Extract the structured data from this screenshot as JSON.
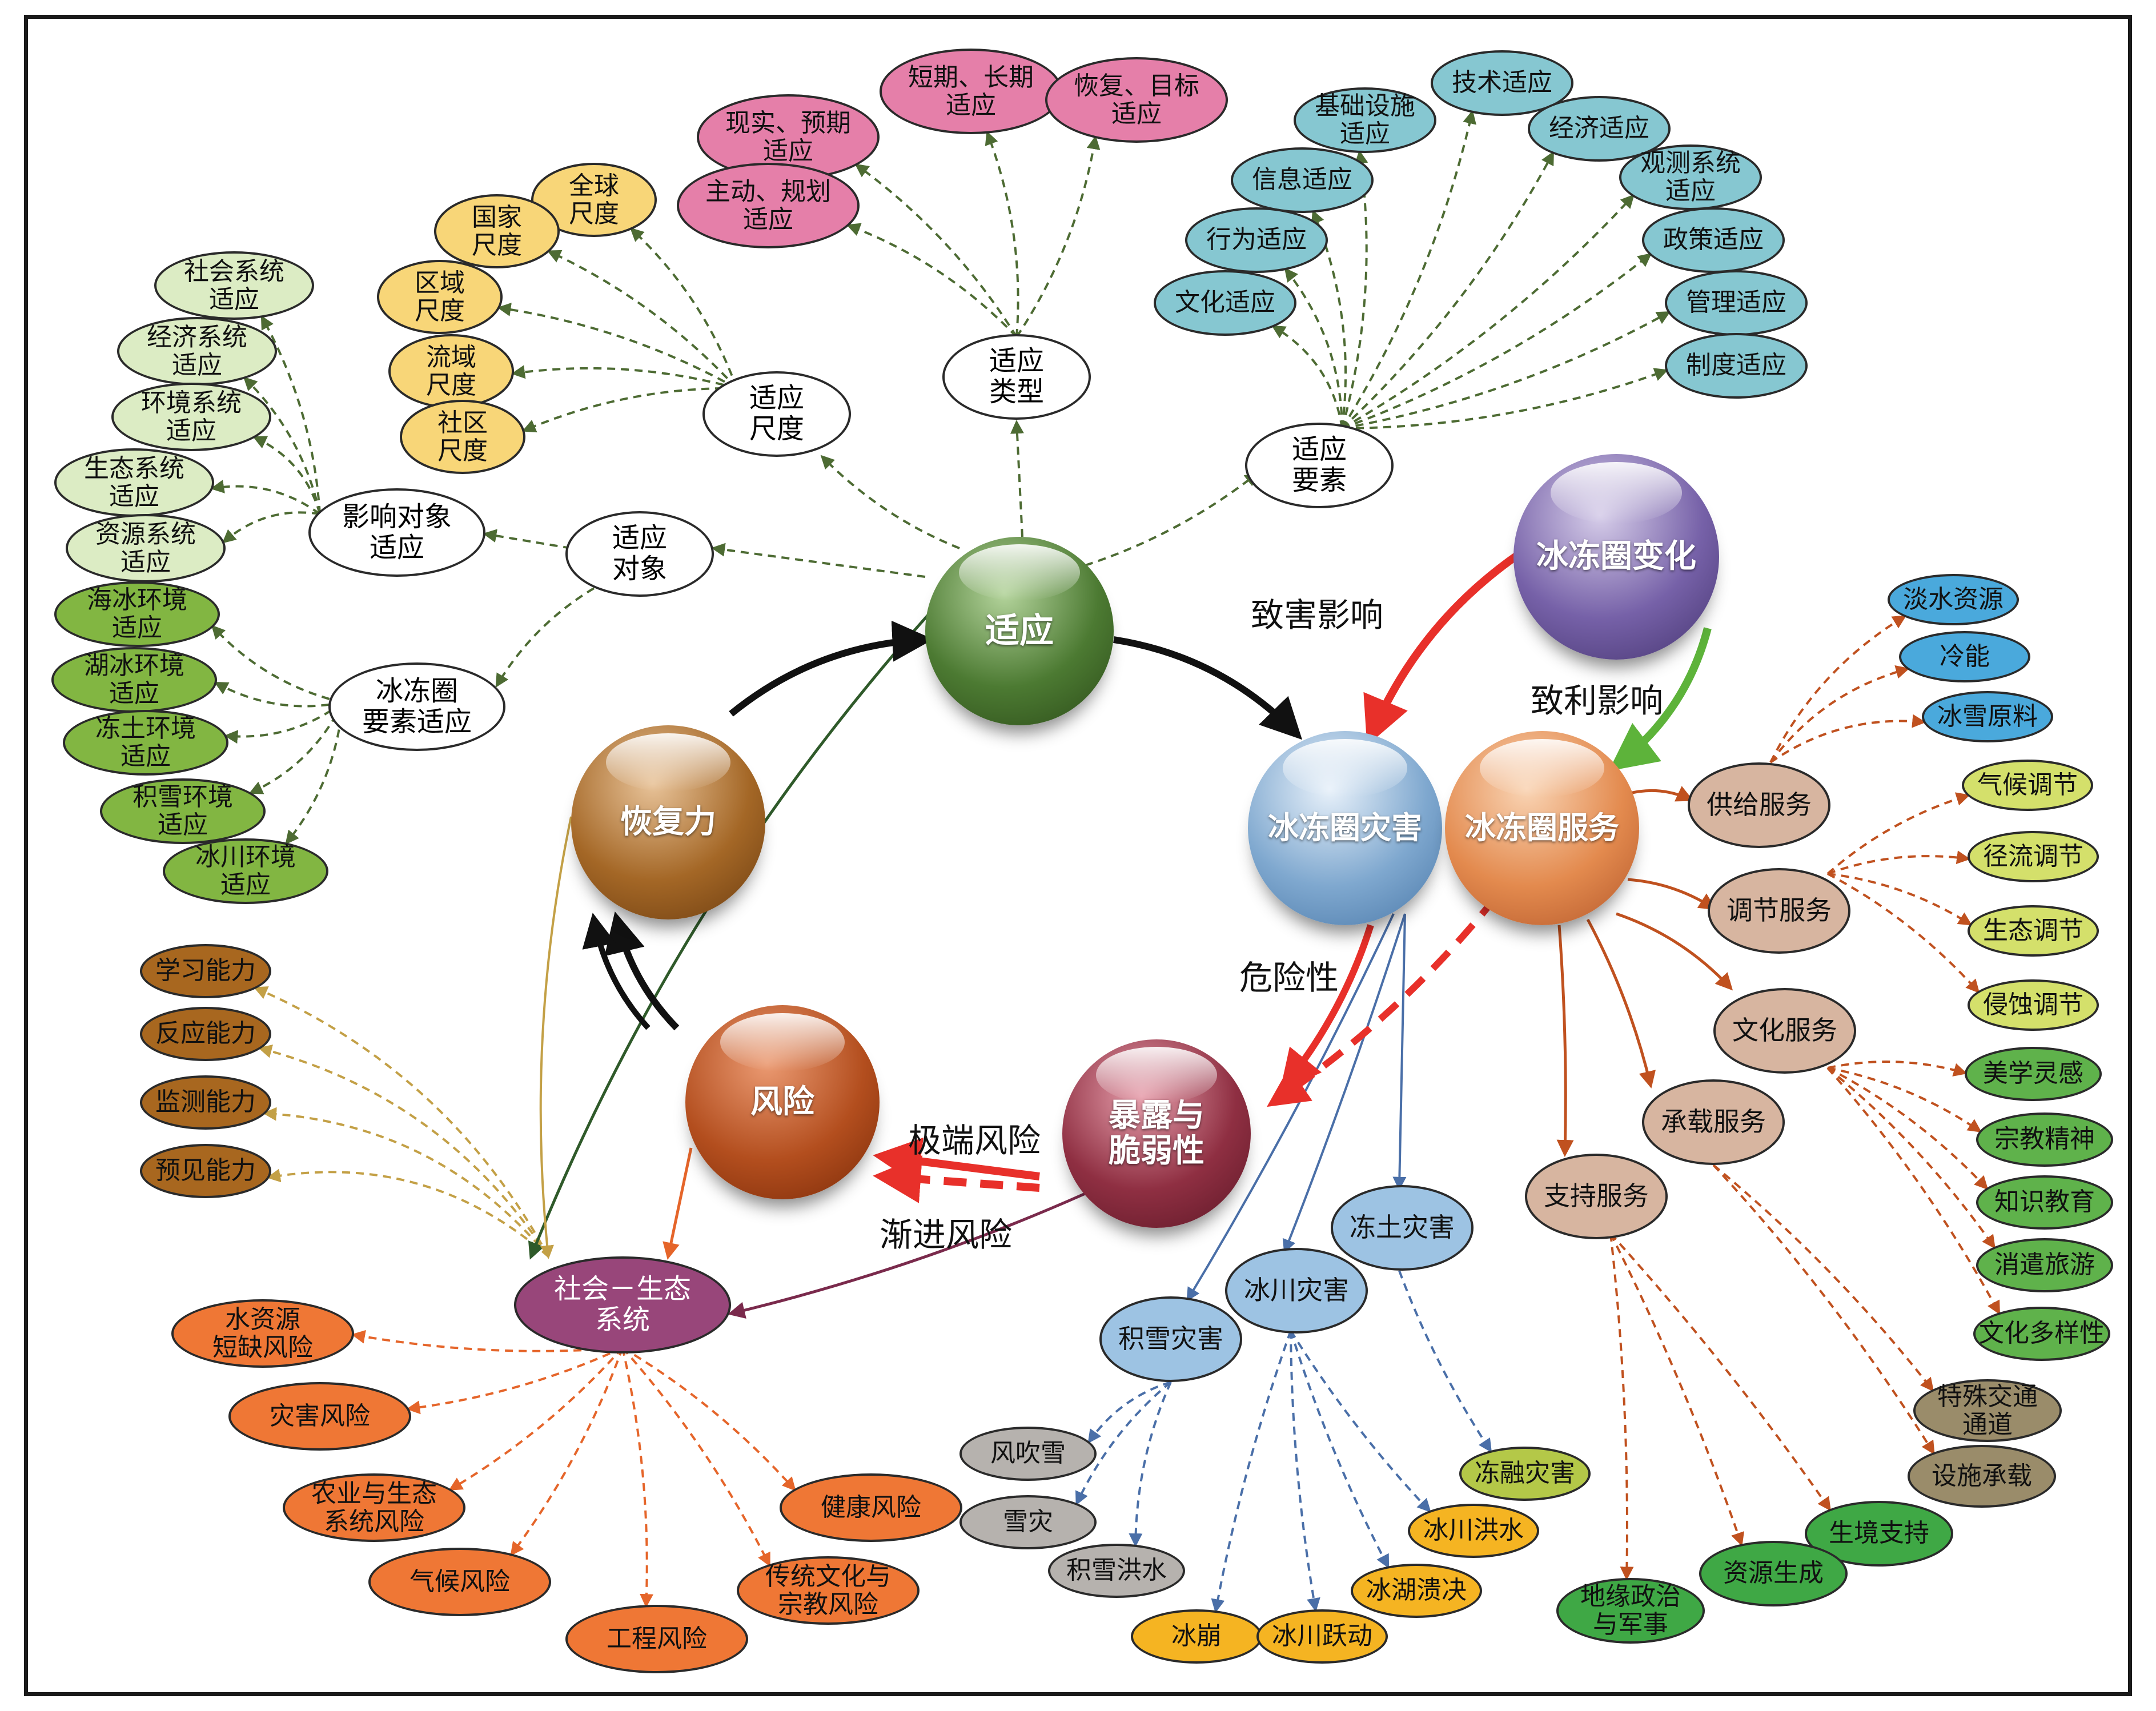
{
  "colors": {
    "pink": "#e57fa9",
    "yellow": "#f8d678",
    "cyan": "#86c7d1",
    "palegreen": "#dcecc4",
    "green": "#82b642",
    "brown": "#a8671f",
    "orange": "#ef7735",
    "purple": "#98467a",
    "blue": "#9dc3e3",
    "gray": "#b6b2ae",
    "gold": "#f5b422",
    "olive": "#b4c848",
    "tan": "#d7b5a0",
    "lime": "#d4e06b",
    "darkolive": "#9a8c6a",
    "leafgreen": "#5fb24b"
  },
  "spheres": {
    "adapt": "适应",
    "recovery": "恢复力",
    "risk": "风险",
    "exposure": "暴露与\n脆弱性",
    "hazard": "冰冻圈灾害",
    "service": "冰冻圈服务",
    "change": "冰冻圈变化"
  },
  "labels": {
    "harmful": "致害影响",
    "beneficial": "致利影响",
    "danger": "危险性",
    "extreme_risk": "极端风险",
    "gradual_risk": "渐进风险"
  },
  "hubs": {
    "adapt_scale": "适应\n尺度",
    "adapt_type": "适应\n类型",
    "adapt_elements": "适应\n要素",
    "adapt_object": "适应\n对象",
    "impact_object": "影响对象\n适应",
    "cryo_elements": "冰冻圈\n要素适应",
    "social_eco": "社会－生态\n系统",
    "supply": "供给服务",
    "regulate": "调节服务",
    "culture": "文化服务",
    "carrying": "承载服务",
    "support": "支持服务",
    "snow_hazard": "积雪灾害",
    "glacier_hazard": "冰川灾害",
    "permafrost_hazard": "冻土灾害"
  },
  "adapt_types": [
    "短期、长期\n适应",
    "现实、预期\n适应",
    "恢复、目标\n适应",
    "主动、规划\n适应"
  ],
  "scales": [
    "全球\n尺度",
    "国家\n尺度",
    "区域\n尺度",
    "流域\n尺度",
    "社区\n尺度"
  ],
  "elements": [
    "技术适应",
    "基础设施\n适应",
    "经济适应",
    "信息适应",
    "观测系统\n适应",
    "行为适应",
    "政策适应",
    "文化适应",
    "管理适应",
    "制度适应"
  ],
  "impact_systems": [
    "社会系统\n适应",
    "经济系统\n适应",
    "环境系统\n适应",
    "生态系统\n适应",
    "资源系统\n适应"
  ],
  "cryo_envs": [
    "海冰环境\n适应",
    "湖冰环境\n适应",
    "冻土环境\n适应",
    "积雪环境\n适应",
    "冰川环境\n适应"
  ],
  "capacities": [
    "学习能力",
    "反应能力",
    "监测能力",
    "预见能力"
  ],
  "risks": [
    "水资源\n短缺风险",
    "灾害风险",
    "农业与生态\n系统风险",
    "气候风险",
    "工程风险",
    "传统文化与\n宗教风险",
    "健康风险"
  ],
  "snow_hazards": [
    "风吹雪",
    "雪灾",
    "积雪洪水"
  ],
  "glacier_hazards": [
    "冰崩",
    "冰川跃动",
    "冰湖溃决",
    "冰川洪水"
  ],
  "permafrost_hazards": [
    "冻融灾害"
  ],
  "supply_items": [
    "淡水资源",
    "冷能",
    "冰雪原料"
  ],
  "regulate_items": [
    "气候调节",
    "径流调节",
    "生态调节",
    "侵蚀调节"
  ],
  "culture_items": [
    "美学灵感",
    "宗教精神",
    "知识教育",
    "消遣旅游",
    "文化多样性"
  ],
  "carrying_items": [
    "特殊交通\n通道",
    "设施承载"
  ],
  "support_items": [
    "生境支持",
    "资源生成",
    "地缘政治\n与军事"
  ]
}
